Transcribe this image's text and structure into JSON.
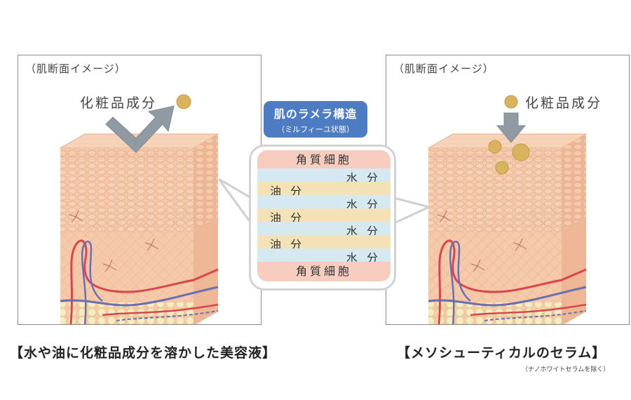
{
  "left_panel": {
    "label": "（肌断面イメージ）",
    "ingredient": "化粧品成分",
    "caption": "【水や油に化粧品成分を溶かした美容液】"
  },
  "right_panel": {
    "label": "（肌断面イメージ）",
    "ingredient": "化粧品成分",
    "caption": "【メソシューティカルのセラム】",
    "note": "（ナノホワイトセラムを除く）"
  },
  "lamellar": {
    "title": "肌のラメラ構造",
    "subtitle": "（ミルフィーユ状態）",
    "top_layer": "角質細胞",
    "bottom_layer": "角質細胞",
    "water": "水 分",
    "oil": "油 分"
  },
  "colors": {
    "skin": "#f5c9a8",
    "skin_dark": "#e9a987",
    "vein": "#6a6fb4",
    "artery": "#d9454a",
    "fat": "#f3e7b4",
    "water_band": "#d6e9f1",
    "oil_band": "#f2e2b5",
    "corneocyte_band": "#f6cdbf",
    "badge": "#4d7cc2",
    "arrow": "#8f9aa3",
    "particle": "#d9b35e"
  }
}
